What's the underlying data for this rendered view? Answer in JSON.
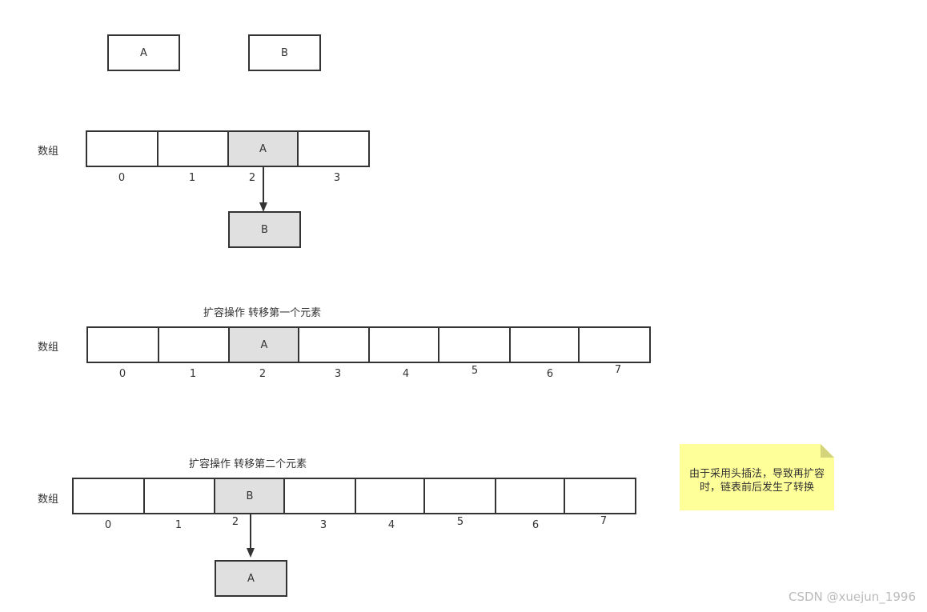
{
  "top_nodes": {
    "a": "A",
    "b": "B"
  },
  "array_label": "数组",
  "row1": {
    "cells": [
      "",
      "",
      "A",
      ""
    ],
    "indices": [
      "0",
      "1",
      "2",
      "3"
    ],
    "chained_node": "B"
  },
  "row2": {
    "caption": "扩容操作 转移第一个元素",
    "cells": [
      "",
      "",
      "A",
      "",
      "",
      "",
      "",
      ""
    ],
    "indices": [
      "0",
      "1",
      "2",
      "3",
      "4",
      "5",
      "6",
      "7"
    ]
  },
  "row3": {
    "caption": "扩容操作 转移第二个元素",
    "cells": [
      "",
      "",
      "B",
      "",
      "",
      "",
      "",
      ""
    ],
    "indices": [
      "0",
      "1",
      "2",
      "3",
      "4",
      "5",
      "6",
      "7"
    ],
    "chained_node": "A"
  },
  "note": {
    "line1": "由于采用头插法，导致再扩容",
    "line2": "时，链表前后发生了转换"
  },
  "watermark": "CSDN @xuejun_1996",
  "colors": {
    "stroke": "#333333",
    "shaded": "#e0e0e0",
    "note": "#ffff99"
  }
}
